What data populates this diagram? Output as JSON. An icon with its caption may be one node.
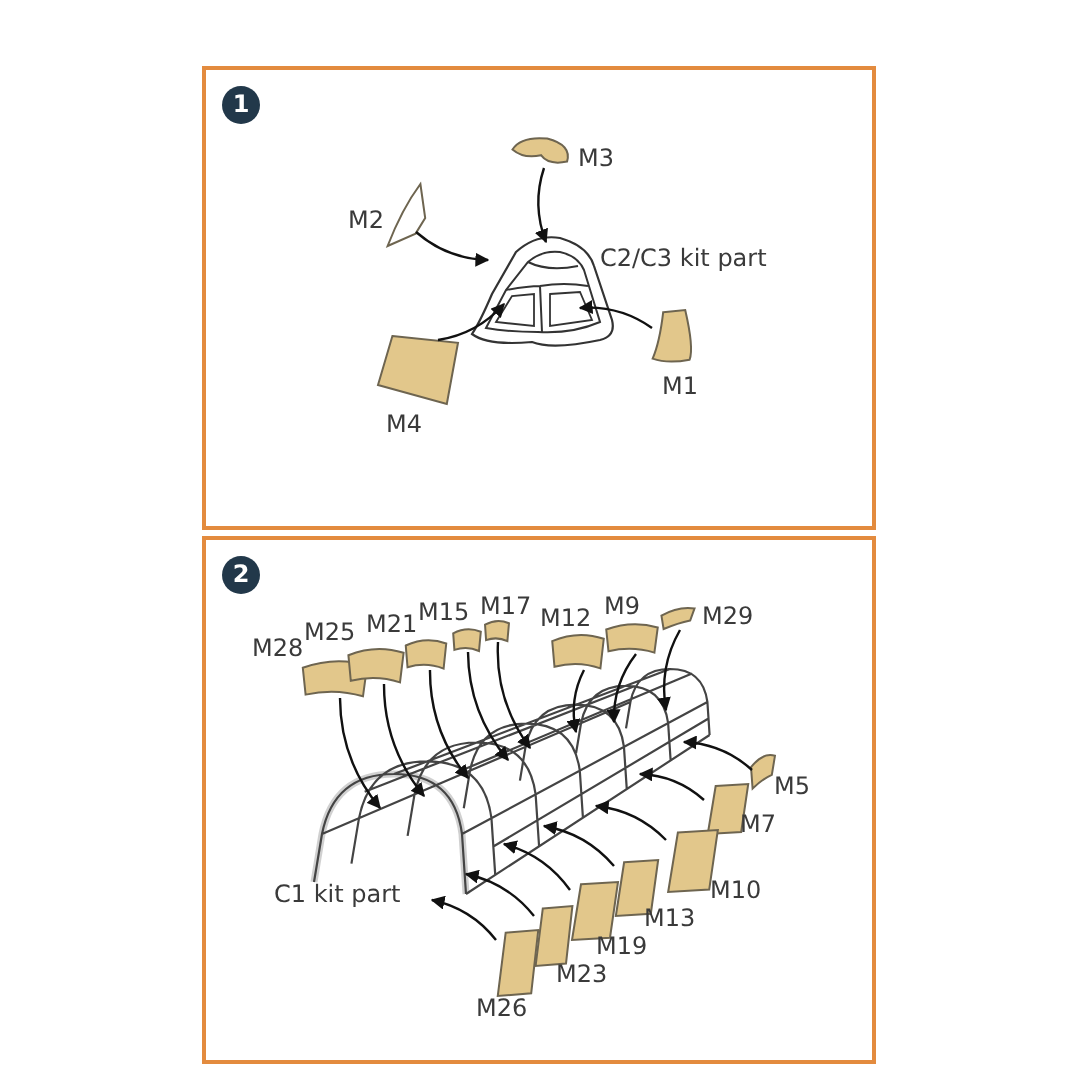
{
  "diagram": {
    "nodes": [
      {
        "text": [
          "1"
        ]
      },
      {
        "text": [
          "M3"
        ],
        "in": 0
      },
      {
        "text": [
          "M2"
        ],
        "in": 0
      },
      {
        "text": [
          "C2/C3 kit part"
        ],
        "in": 0
      },
      {
        "text": [
          "M1"
        ],
        "in": 0
      },
      {
        "text": [
          "M4"
        ],
        "in": 0
      },
      {
        "text": [
          "2"
        ]
      },
      {
        "text": [
          "M28"
        ],
        "in": 6
      },
      {
        "text": [
          "M25"
        ],
        "in": 6
      },
      {
        "text": [
          "M21"
        ],
        "in": 6
      },
      {
        "text": [
          "M15"
        ],
        "in": 6
      },
      {
        "text": [
          "M17"
        ],
        "in": 6
      },
      {
        "text": [
          "M12"
        ],
        "in": 6
      },
      {
        "text": [
          "M9"
        ],
        "in": 6
      },
      {
        "text": [
          "M29"
        ],
        "in": 6
      },
      {
        "text": [
          "C1 kit part"
        ],
        "in": 6
      },
      {
        "text": [
          "M5"
        ],
        "in": 6
      },
      {
        "text": [
          "M7"
        ],
        "in": 6
      },
      {
        "text": [
          "M10"
        ],
        "in": 6
      },
      {
        "text": [
          "M13"
        ],
        "in": 6
      },
      {
        "text": [
          "M19"
        ],
        "in": 6
      },
      {
        "text": [
          "M23"
        ],
        "in": 6
      },
      {
        "text": [
          "M26"
        ],
        "in": 6
      }
    ],
    "edges": [
      {
        "from": 1,
        "to": 3,
        "arrow": "to"
      },
      {
        "from": 2,
        "to": 3,
        "arrow": "to"
      },
      {
        "from": 5,
        "to": 3,
        "arrow": "to"
      },
      {
        "from": 4,
        "to": 3,
        "arrow": "to"
      },
      {
        "from": 7,
        "to": 15,
        "arrow": "to"
      },
      {
        "from": 8,
        "to": 15,
        "arrow": "to"
      },
      {
        "from": 9,
        "to": 15,
        "arrow": "to"
      },
      {
        "from": 10,
        "to": 15,
        "arrow": "to"
      },
      {
        "from": 11,
        "to": 15,
        "arrow": "to"
      },
      {
        "from": 12,
        "to": 15,
        "arrow": "to"
      },
      {
        "from": 13,
        "to": 15,
        "arrow": "to"
      },
      {
        "from": 14,
        "to": 15,
        "arrow": "to"
      },
      {
        "from": 16,
        "to": 15,
        "arrow": "to"
      },
      {
        "from": 17,
        "to": 15,
        "arrow": "to"
      },
      {
        "from": 18,
        "to": 15,
        "arrow": "to"
      },
      {
        "from": 19,
        "to": 15,
        "arrow": "to"
      },
      {
        "from": 20,
        "to": 15,
        "arrow": "to"
      },
      {
        "from": 21,
        "to": 15,
        "arrow": "to"
      },
      {
        "from": 22,
        "to": 15,
        "arrow": "to"
      }
    ]
  }
}
